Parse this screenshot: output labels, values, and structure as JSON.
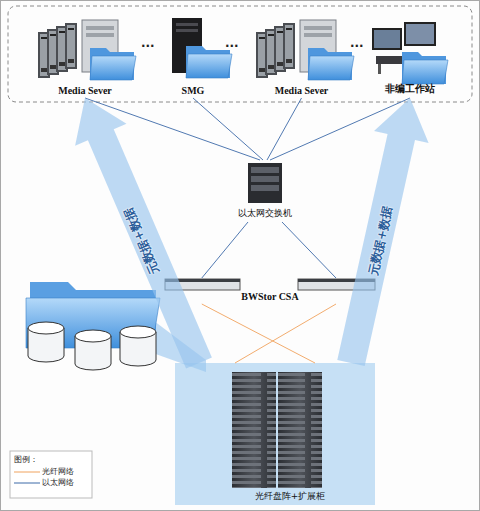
{
  "diagram": {
    "nodes": [
      {
        "text": [
          "Media Sever"
        ]
      },
      {
        "text": [
          "SMG"
        ]
      },
      {
        "text": [
          "Media Sever"
        ]
      },
      {
        "text": [
          "非编工作站"
        ]
      },
      {
        "text": [
          "以太网交换机"
        ]
      },
      {
        "text": [
          "BWStor CSA"
        ]
      },
      {
        "text": [
          "光纤盘阵+扩展柜"
        ]
      }
    ],
    "edges": [
      {
        "from": 0,
        "to": 4,
        "arrow": "none"
      },
      {
        "from": 1,
        "to": 4,
        "arrow": "none"
      },
      {
        "from": 2,
        "to": 4,
        "arrow": "none"
      },
      {
        "from": 3,
        "to": 4,
        "arrow": "none"
      },
      {
        "from": 4,
        "to": 5,
        "arrow": "none"
      },
      {
        "from": 4,
        "to": 5,
        "arrow": "none"
      },
      {
        "from": 5,
        "to": 6,
        "arrow": "none"
      },
      {
        "from": 5,
        "to": 6,
        "arrow": "none"
      },
      {
        "from": 6,
        "to": 0,
        "arrow": "to",
        "label": "元数据+数据"
      },
      {
        "from": 6,
        "to": 3,
        "arrow": "to",
        "label": "元数据+数据"
      }
    ],
    "labels": [
      "...",
      "...",
      "...",
      "图例："
    ],
    "legend": [
      {
        "text": "光纤网络"
      },
      {
        "text": "以太网络"
      }
    ]
  }
}
